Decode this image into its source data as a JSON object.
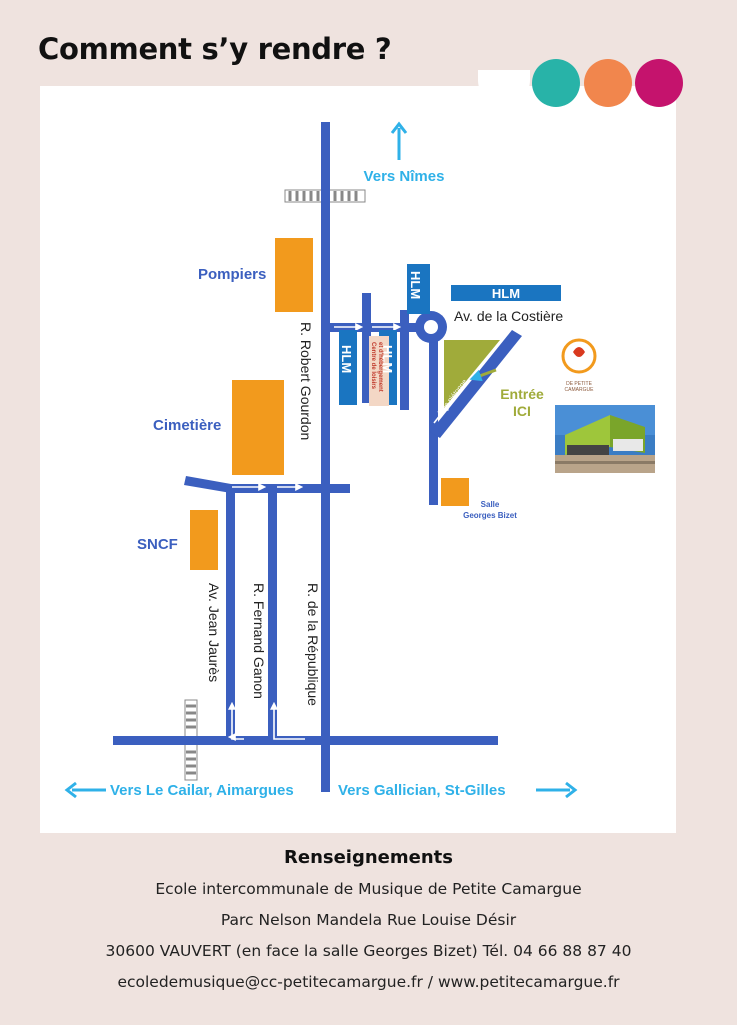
{
  "page": {
    "title": "Comment s’y rendre ?",
    "colors": {
      "background": "#efe3df",
      "dot1": "#28b3a8",
      "dot2": "#f1864d",
      "dot3": "#c5136d",
      "road": "#3b5fbf",
      "building": "#f29a1d",
      "hlm": "#1a75c1",
      "arrow": "#2fb1e8",
      "entrance": "#a0ab3a"
    }
  },
  "map": {
    "directions": {
      "north": "Vers Nîmes",
      "west": "Vers Le Cailar, Aimargues",
      "east": "Vers Gallician, St-Gilles"
    },
    "streets": {
      "robert_gourdon": "R. Robert Gourdon",
      "republique": "R. de la République",
      "fernand_ganon": "R. Fernand Ganon",
      "jean_jaures": "Av. Jean Jaurès",
      "costiere": "Av. de la Costière",
      "voie_pietonne": "Voie piétonne"
    },
    "places": {
      "pompiers": "Pompiers",
      "cimetiere": "Cimetière",
      "sncf": "SNCF",
      "hlm": "HLM",
      "centre_line1": "Centre de loisirs",
      "centre_line2": "et d'hébergement",
      "salle_line1": "Salle",
      "salle_line2": "Georges Bizet",
      "entree_line1": "Entrée",
      "entree_line2": "ICI",
      "logo_line1": "DE PETITE",
      "logo_line2": "CAMARGUE"
    }
  },
  "info": {
    "title": "Renseignements",
    "lines": [
      "Ecole intercommunale de Musique de Petite Camargue",
      "Parc Nelson Mandela Rue Louise Désir",
      "30600  VAUVERT (en face la salle Georges Bizet) Tél.  04 66 88 87 40",
      "ecoledemusique@cc-petitecamargue.fr / www.petitecamargue.fr"
    ]
  }
}
